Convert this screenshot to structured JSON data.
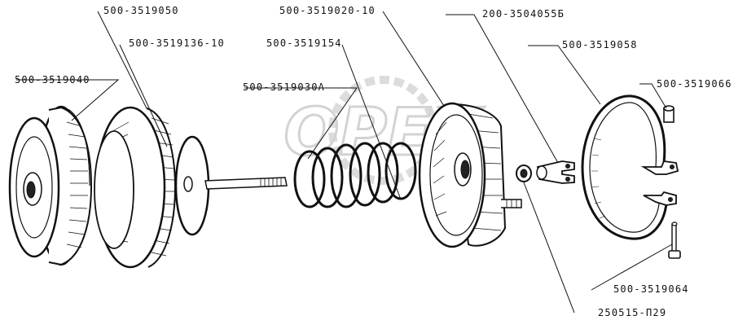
{
  "diagram": {
    "watermark": "OPEX",
    "colors": {
      "ink": "#111111",
      "watermark": "#d9d9d9"
    },
    "callouts": {
      "c1": "500-3519050",
      "c2": "500-3519136-10",
      "c3": "500-3519040",
      "c4": "500-3519154",
      "c5": "500-3519030A",
      "c6": "500-3519020-10",
      "c7": "200-3504055Б",
      "c8": "500-3519058",
      "c9": "500-3519066",
      "c10": "500-3519064",
      "c11": "250515-П29"
    }
  }
}
